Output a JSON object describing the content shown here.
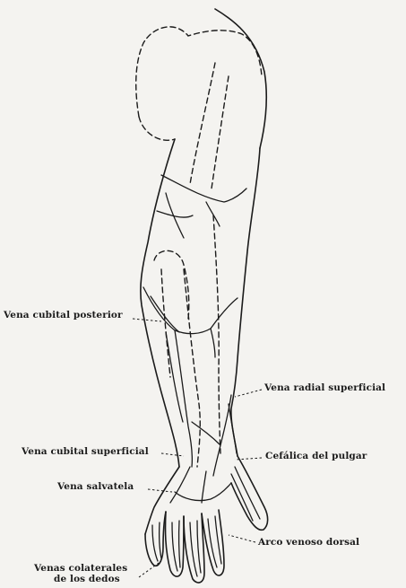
{
  "labels": {
    "vena_cubital_posterior": "Vena cubital posterior",
    "vena_radial_superficial": "Vena radial superficial",
    "vena_cubital_superficial": "Vena cubital superficial",
    "cefalica_del_pulgar": "Cefálica del pulgar",
    "vena_salvatela": "Vena salvatela",
    "arco_venoso_dorsal": "Arco venoso dorsal",
    "venas_colaterales_line1": "Venas colaterales",
    "venas_colaterales_line2": "de los dedos"
  },
  "colors": {
    "ink": "#1b1b1b",
    "paper": "#f4f3f0"
  }
}
